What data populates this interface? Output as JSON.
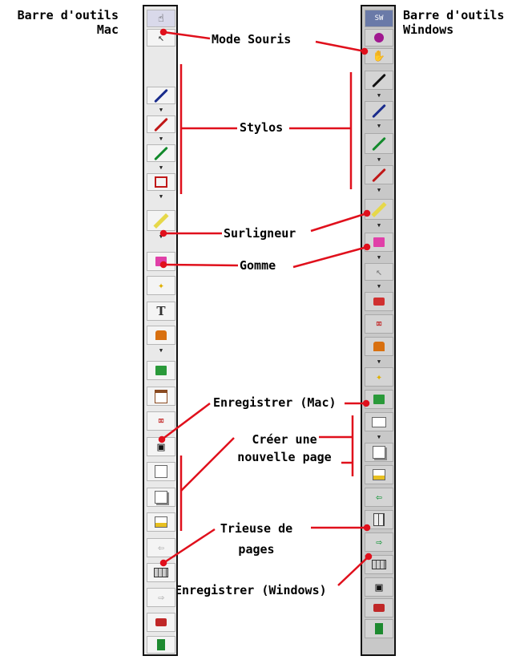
{
  "labels": {
    "mac_toolbar": [
      "Barre d'outils",
      "Mac"
    ],
    "windows_toolbar": [
      "Barre d'outils",
      "Windows"
    ],
    "mouse_mode": "Mode Souris",
    "pens": "Stylos",
    "highlighter": "Surligneur",
    "eraser": "Gomme",
    "save_mac": "Enregistrer (Mac)",
    "new_page": [
      "Créer une",
      "nouvelle page"
    ],
    "page_sorter": [
      "Trieuse de",
      "pages"
    ],
    "save_windows": "Enregistrer (Windows)"
  },
  "colors": {
    "annotation_line": "#e0101c",
    "mac_toolbar_bg": "#e9e9e9",
    "windows_toolbar_bg": "#c8c8c8",
    "pen_blue": "#1a2c8c",
    "pen_red": "#c01818",
    "pen_green": "#138a2c",
    "highlighter": "#e6d84a",
    "eraser": "#e040a8"
  },
  "mac_tools": [
    "mouse-finger",
    "mouse-arrow",
    "pen-blue",
    "expand",
    "pen-red",
    "expand",
    "pen-green",
    "expand",
    "pen-outline",
    "expand",
    "highlighter",
    "expand",
    "eraser",
    "magic-wand",
    "text",
    "stamp",
    "expand",
    "capture",
    "calendar",
    "clear",
    "save",
    "new-page",
    "duplicate-page",
    "spotlight",
    "prev-page",
    "page-sorter",
    "next-page",
    "toolbox",
    "exit"
  ],
  "windows_tools": [
    "menu",
    "mouse-pointer",
    "mouse-hand",
    "pen-black",
    "expand",
    "pen-blue",
    "expand",
    "pen-green",
    "expand",
    "pen-red",
    "expand",
    "highlighter",
    "expand",
    "eraser",
    "expand",
    "select-arrow",
    "expand",
    "camera",
    "clear",
    "stamp",
    "expand",
    "magic-wand",
    "capture",
    "new-page",
    "expand",
    "duplicate-page",
    "spotlight",
    "prev-page",
    "page-sorter-small",
    "next-page",
    "page-sorter",
    "save",
    "toolbox",
    "exit"
  ]
}
